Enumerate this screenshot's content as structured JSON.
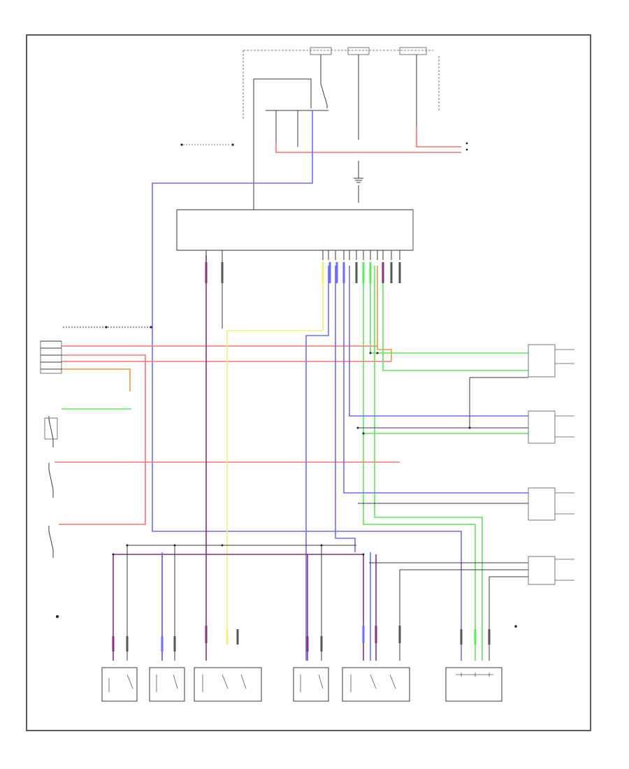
{
  "footer_code": "",
  "colors": {
    "red": "#ff6f6f",
    "blue": "#6b6bff",
    "green": "#59e859",
    "yellow": "#f2f27a",
    "purple": "#8a2f7a",
    "dark": "#3a3a3a",
    "gray": "#9a9a9a"
  },
  "components": [
    {
      "id": "door-lock-control-relay",
      "label": ""
    },
    {
      "id": "left-door-lock-motor",
      "label": ""
    },
    {
      "id": "left-rear-door-lock-motor",
      "label": ""
    },
    {
      "id": "right-rear-door-lock-motor",
      "label": ""
    },
    {
      "id": "right-door-lock-motor",
      "label": ""
    },
    {
      "id": "rear-door-key-switch",
      "label": ""
    },
    {
      "id": "rear-door-switch",
      "label": ""
    },
    {
      "id": "front-door-key-switch",
      "label": ""
    },
    {
      "id": "left-rear-door-lock-switch",
      "label": ""
    },
    {
      "id": "right-rear-door-lock-switch",
      "label": ""
    },
    {
      "id": "left-door-lock-control-switch",
      "label": ""
    },
    {
      "id": "right-door-lock-control-switch",
      "label": ""
    },
    {
      "id": "left-rear-door-switch",
      "label": ""
    },
    {
      "id": "right-rear-door-switch",
      "label": ""
    }
  ]
}
